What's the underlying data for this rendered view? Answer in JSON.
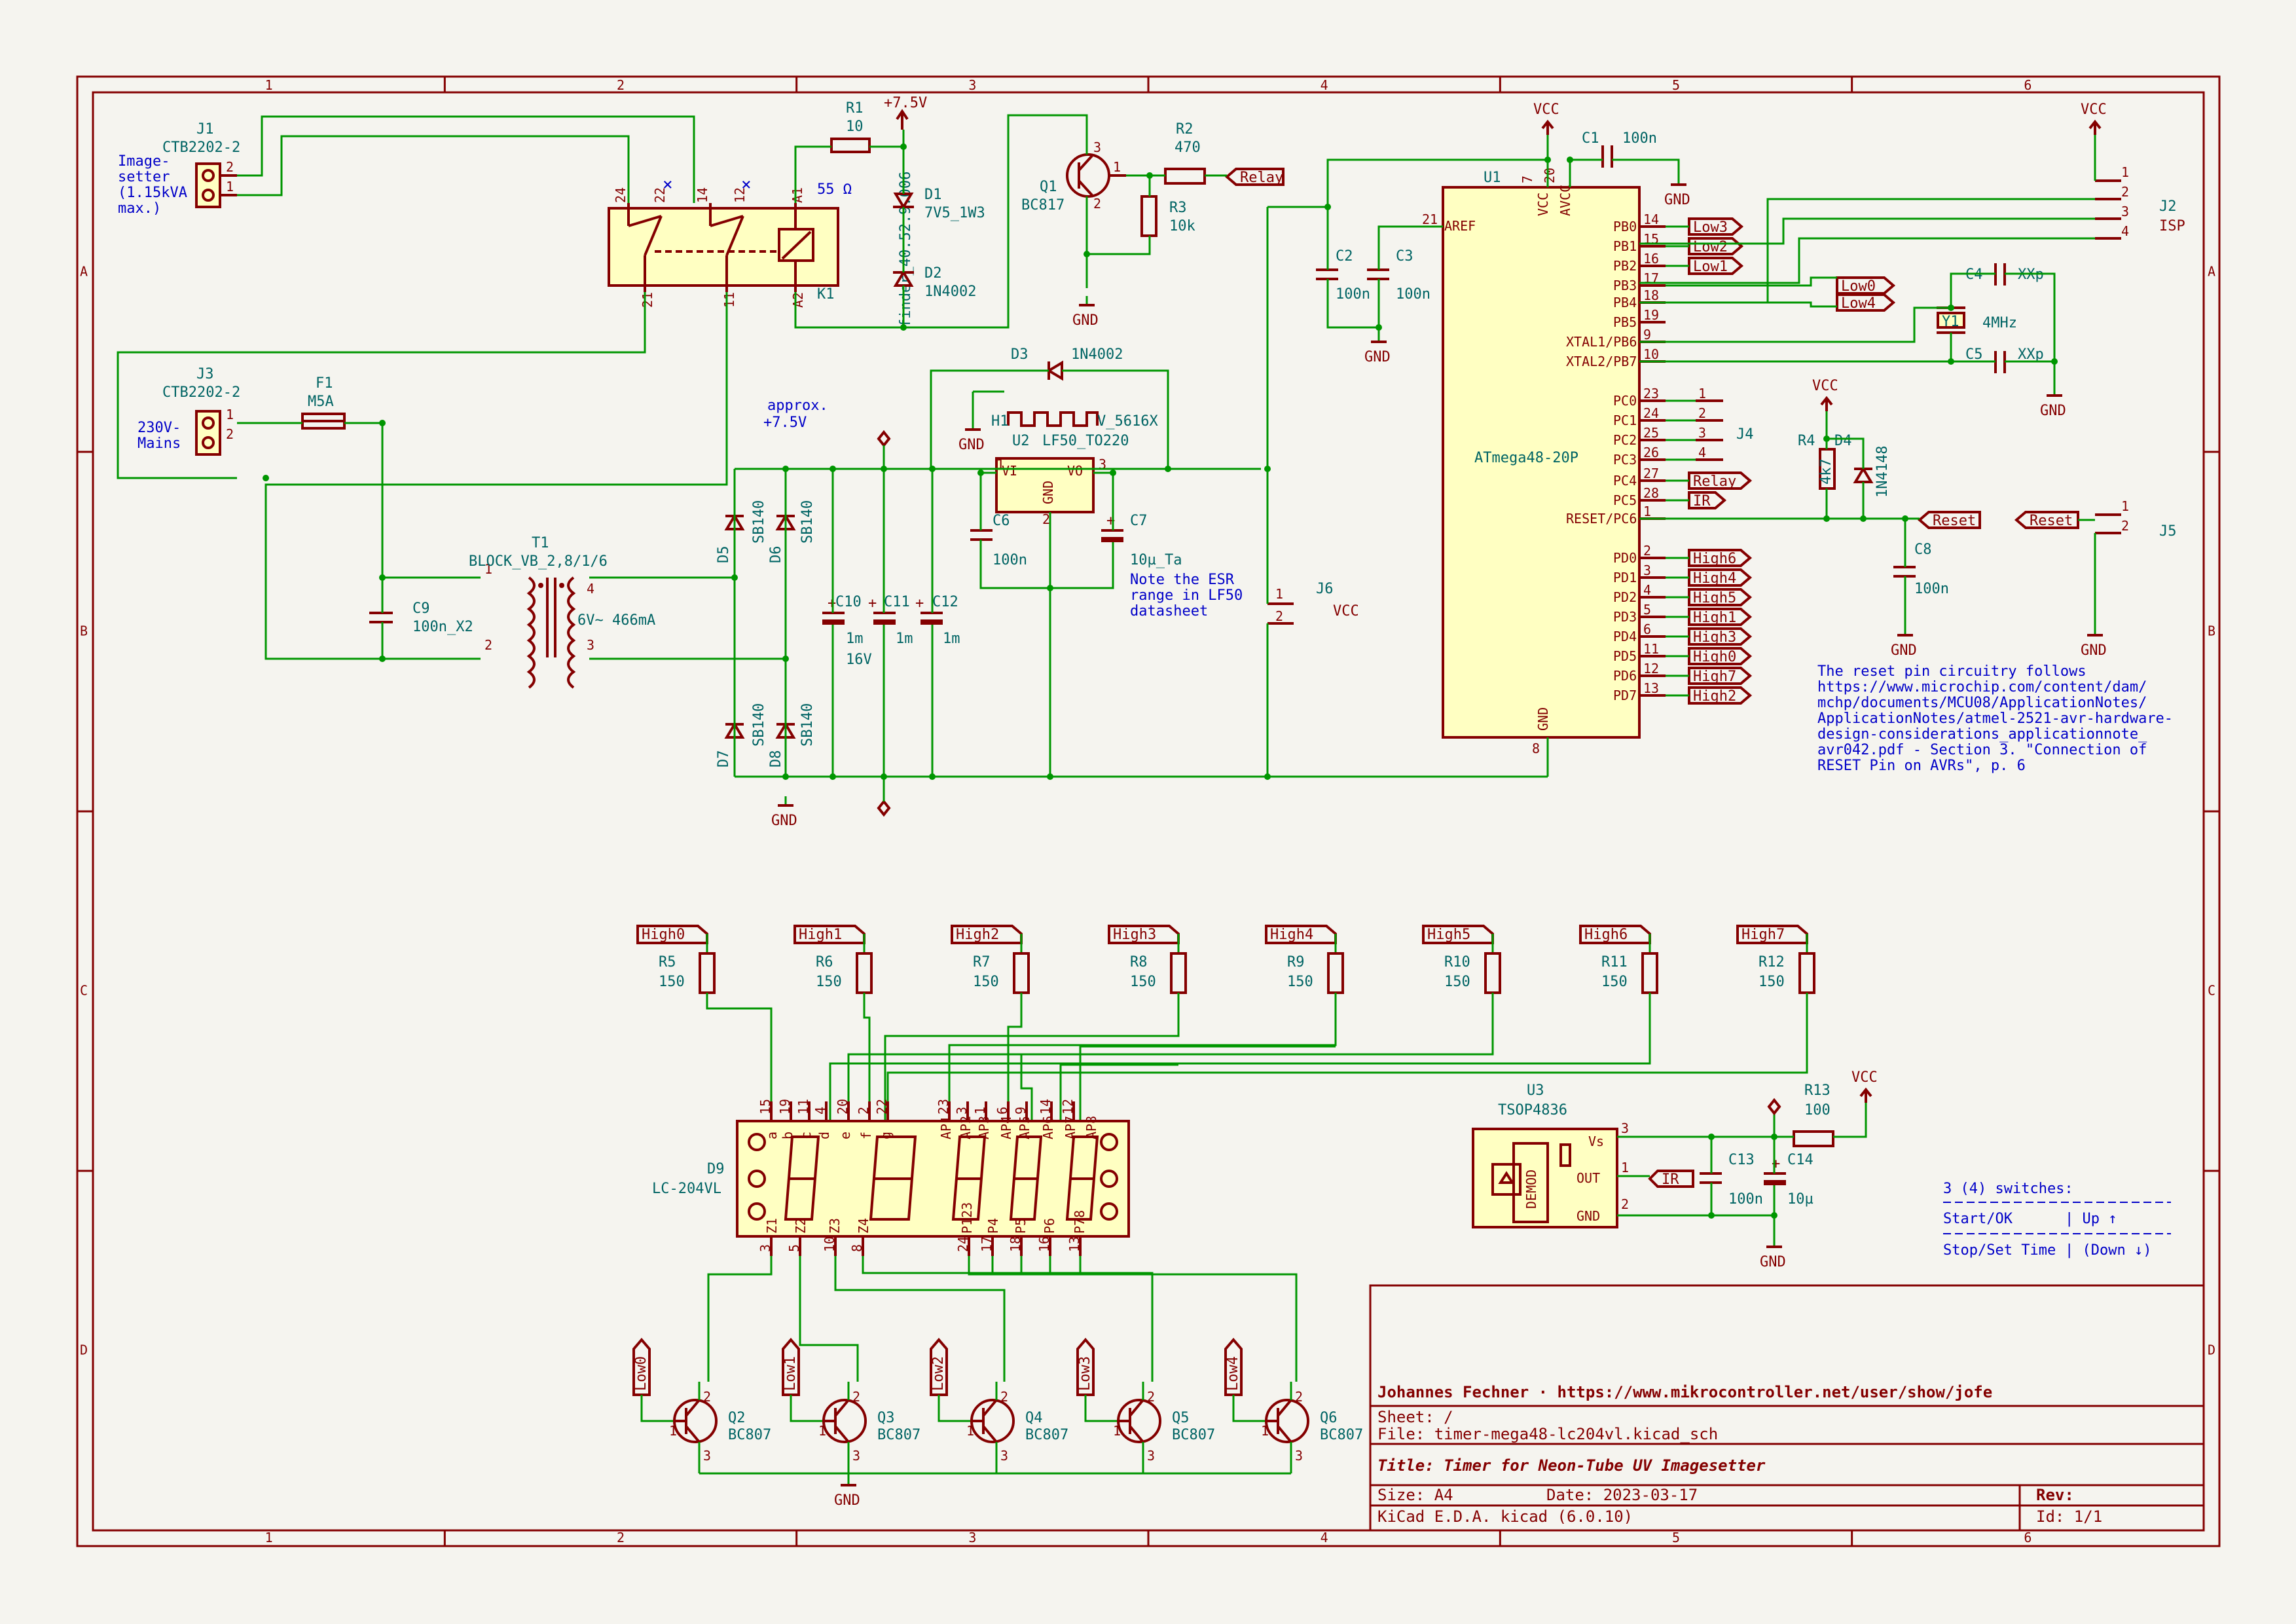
{
  "colors": {
    "paper": "#f5f4ef",
    "frame": "#840000",
    "wire": "#009600",
    "component": "#840000",
    "body_fill": "#ffffc2",
    "ref_text": "#006464",
    "note_text": "#0000c8",
    "label_text": "#840000"
  },
  "frame": {
    "columns": [
      "1",
      "2",
      "3",
      "4",
      "5",
      "6"
    ],
    "rows": [
      "A",
      "B",
      "C",
      "D"
    ]
  },
  "title_block": {
    "author": "Johannes Fechner · https://www.mikrocontroller.net/user/show/jofe",
    "sheet": "Sheet: /",
    "file": "File: timer-mega48-lc204vl.kicad_sch",
    "title": "Title: Timer for Neon-Tube UV Imagesetter",
    "size": "Size: A4",
    "date": "Date: 2023-03-17",
    "rev": "Rev:",
    "tool": "KiCad E.D.A.  kicad (6.0.10)",
    "id": "Id: 1/1"
  },
  "notes": {
    "imagesetter": [
      "Image-",
      "setter",
      "(1.15kVA",
      "max.)"
    ],
    "mains": [
      "230V-",
      "Mains"
    ],
    "approx": [
      "approx.",
      "+7.5V"
    ],
    "esr": [
      "Note the ESR",
      "range in LF50",
      "datasheet"
    ],
    "reset": [
      "The reset pin circuitry follows",
      "https://www.microchip.com/content/dam/",
      "mchp/documents/MCU08/ApplicationNotes/",
      "ApplicationNotes/atmel-2521-avr-hardware-",
      "design-considerations_applicationnote_",
      "avr042.pdf - Section 3. \"Connection of",
      "RESET Pin on AVRs\", p. 6"
    ],
    "switches_title": "3 (4) switches:",
    "switches_rows": [
      [
        "Start/OK",
        "| Up ↑"
      ],
      [
        "Stop/Set Time",
        "| (Down ↓)"
      ]
    ]
  },
  "components": {
    "J1": {
      "ref": "J1",
      "value": "CTB2202-2"
    },
    "J3": {
      "ref": "J3",
      "value": "CTB2202-2"
    },
    "J2": {
      "ref": "J2",
      "value": "ISP"
    },
    "J4": {
      "ref": "J4"
    },
    "J5": {
      "ref": "J5"
    },
    "J6": {
      "ref": "J6"
    },
    "K1": {
      "ref": "K1",
      "value": "finder_40.52.9.006",
      "coil": "55 Ω"
    },
    "F1": {
      "ref": "F1",
      "value": "M5A"
    },
    "T1": {
      "ref": "T1",
      "value": "BLOCK_VB_2,8/1/6",
      "secondary": "6V~ 466mA"
    },
    "C9": {
      "ref": "C9",
      "value": "100n_X2"
    },
    "R1": {
      "ref": "R1",
      "value": "10"
    },
    "R2": {
      "ref": "R2",
      "value": "470"
    },
    "R3": {
      "ref": "R3",
      "value": "10k"
    },
    "R4": {
      "ref": "R4",
      "value": "4k7"
    },
    "D1": {
      "ref": "D1",
      "value": "7V5_1W3"
    },
    "D2": {
      "ref": "D2",
      "value": "1N4002"
    },
    "D3": {
      "ref": "D3",
      "value": "1N4002"
    },
    "D4": {
      "ref": "D4",
      "value": "1N4148"
    },
    "D5": {
      "ref": "D5",
      "value": "SB140"
    },
    "D6": {
      "ref": "D6",
      "value": "SB140"
    },
    "D7": {
      "ref": "D7",
      "value": "SB140"
    },
    "D8": {
      "ref": "D8",
      "value": "SB140"
    },
    "Q1": {
      "ref": "Q1",
      "value": "BC817"
    },
    "U1": {
      "ref": "U1",
      "value": "ATmega48-20P"
    },
    "U2": {
      "ref": "U2",
      "value": "LF50_TO220"
    },
    "H1": {
      "ref": "H1",
      "value": "V_5616X"
    },
    "C1": {
      "ref": "C1",
      "value": "100n"
    },
    "C2": {
      "ref": "C2",
      "value": "100n"
    },
    "C3": {
      "ref": "C3",
      "value": "100n"
    },
    "C4": {
      "ref": "C4",
      "value": "XXp"
    },
    "C5": {
      "ref": "C5",
      "value": "XXp"
    },
    "C6": {
      "ref": "C6",
      "value": "100n"
    },
    "C7": {
      "ref": "C7",
      "value": "10µ_Ta"
    },
    "C8": {
      "ref": "C8",
      "value": "100n"
    },
    "C10": {
      "ref": "C10",
      "value": "1m",
      "value2": "16V"
    },
    "C11": {
      "ref": "C11",
      "value": "1m"
    },
    "C12": {
      "ref": "C12",
      "value": "1m"
    },
    "C13": {
      "ref": "C13",
      "value": "100n"
    },
    "C14": {
      "ref": "C14",
      "value": "10µ"
    },
    "Y1": {
      "ref": "Y1",
      "value": "4MHz"
    },
    "U3": {
      "ref": "U3",
      "value": "TSOP4836",
      "inner": "DEMOD",
      "pins": [
        "Vs",
        "OUT",
        "GND"
      ]
    },
    "R13": {
      "ref": "R13",
      "value": "100"
    },
    "D9": {
      "ref": "D9",
      "value": "LC-204VL"
    }
  },
  "power": {
    "vcc": "VCC",
    "gnd": "GND",
    "v75": "+7.5V"
  },
  "mcu": {
    "top_pins": [
      "VCC",
      "AVCC"
    ],
    "top_nums": [
      "7",
      "20"
    ],
    "aref": "AREF",
    "aref_num": "21",
    "gnd": "GND",
    "gnd_num": "8",
    "right_pins": [
      {
        "name": "PB0",
        "num": "14",
        "label": "Low3"
      },
      {
        "name": "PB1",
        "num": "15",
        "label": "Low2"
      },
      {
        "name": "PB2",
        "num": "16",
        "label": "Low1"
      },
      {
        "name": "PB3",
        "num": "17",
        "label": ""
      },
      {
        "name": "PB4",
        "num": "18",
        "label": ""
      },
      {
        "name": "PB5",
        "num": "19",
        "label": ""
      },
      {
        "name": "XTAL1/PB6",
        "num": "9",
        "label": ""
      },
      {
        "name": "XTAL2/PB7",
        "num": "10",
        "label": ""
      },
      {
        "name": "PC0",
        "num": "23",
        "label": ""
      },
      {
        "name": "PC1",
        "num": "24",
        "label": ""
      },
      {
        "name": "PC2",
        "num": "25",
        "label": ""
      },
      {
        "name": "PC3",
        "num": "26",
        "label": ""
      },
      {
        "name": "PC4",
        "num": "27",
        "label": "Relay"
      },
      {
        "name": "PC5",
        "num": "28",
        "label": "IR"
      },
      {
        "name": "RESET/PC6",
        "num": "1",
        "label": ""
      },
      {
        "name": "PD0",
        "num": "2",
        "label": "High6"
      },
      {
        "name": "PD1",
        "num": "3",
        "label": "High4"
      },
      {
        "name": "PD2",
        "num": "4",
        "label": "High5"
      },
      {
        "name": "PD3",
        "num": "5",
        "label": "High1"
      },
      {
        "name": "PD4",
        "num": "6",
        "label": "High3"
      },
      {
        "name": "PD5",
        "num": "11",
        "label": "High0"
      },
      {
        "name": "PD6",
        "num": "12",
        "label": "High7"
      },
      {
        "name": "PD7",
        "num": "13",
        "label": "High2"
      }
    ],
    "j4_pins": [
      "1",
      "2",
      "3",
      "4"
    ],
    "pb34_labels": [
      "Low0",
      "Low4"
    ]
  },
  "labels": {
    "relay": "Relay",
    "reset": "Reset",
    "ir": "IR"
  },
  "isp_pins": [
    "1",
    "2",
    "3",
    "4"
  ],
  "j5_pins": [
    "1",
    "2"
  ],
  "j6_pins": [
    "1",
    "2"
  ],
  "high_resistors": [
    {
      "label": "High0",
      "ref": "R5",
      "value": "150"
    },
    {
      "label": "High1",
      "ref": "R6",
      "value": "150"
    },
    {
      "label": "High2",
      "ref": "R7",
      "value": "150"
    },
    {
      "label": "High3",
      "ref": "R8",
      "value": "150"
    },
    {
      "label": "High4",
      "ref": "R9",
      "value": "150"
    },
    {
      "label": "High5",
      "ref": "R10",
      "value": "150"
    },
    {
      "label": "High6",
      "ref": "R11",
      "value": "150"
    },
    {
      "label": "High7",
      "ref": "R12",
      "value": "150"
    }
  ],
  "display": {
    "top_pins": [
      "15",
      "19",
      "11",
      "4",
      "20",
      "2",
      "22",
      "23",
      "3",
      "1",
      "6",
      "9",
      "14",
      "12"
    ],
    "top_names": [
      "a",
      "b",
      "c",
      "d",
      "e",
      "f",
      "g",
      "AP1",
      "AP2",
      "AP3",
      "AP4",
      "AP5",
      "AP6",
      "AP7",
      "AP8"
    ],
    "bottom_pins": [
      "3",
      "5",
      "10",
      "8",
      "24",
      "17",
      "18",
      "16",
      "13"
    ],
    "bottom_names": [
      "Z1",
      "Z2",
      "Z3",
      "Z4",
      "P123",
      "P4",
      "P5",
      "P6",
      "P78"
    ]
  },
  "low_transistors": [
    {
      "label": "Low0",
      "ref": "Q2",
      "value": "BC807"
    },
    {
      "label": "Low1",
      "ref": "Q3",
      "value": "BC807"
    },
    {
      "label": "Low2",
      "ref": "Q4",
      "value": "BC807"
    },
    {
      "label": "Low3",
      "ref": "Q5",
      "value": "BC807"
    },
    {
      "label": "Low4",
      "ref": "Q6",
      "value": "BC807"
    }
  ]
}
